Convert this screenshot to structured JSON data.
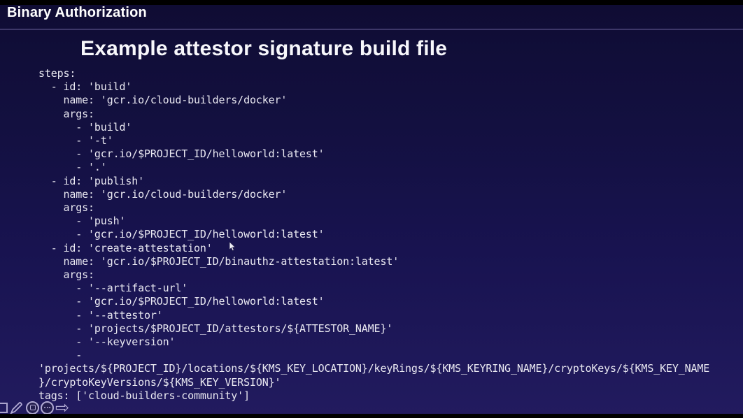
{
  "header": {
    "label": "Binary Authorization"
  },
  "slide": {
    "title": "Example attestor signature build file",
    "code_lines": [
      "steps:",
      "  - id: 'build'",
      "    name: 'gcr.io/cloud-builders/docker'",
      "    args:",
      "      - 'build'",
      "      - '-t'",
      "      - 'gcr.io/$PROJECT_ID/helloworld:latest'",
      "      - '.'",
      "  - id: 'publish'",
      "    name: 'gcr.io/cloud-builders/docker'",
      "    args:",
      "      - 'push'",
      "      - 'gcr.io/$PROJECT_ID/helloworld:latest'",
      "  - id: 'create-attestation'",
      "    name: 'gcr.io/$PROJECT_ID/binauthz-attestation:latest'",
      "    args:",
      "      - '--artifact-url'",
      "      - 'gcr.io/$PROJECT_ID/helloworld:latest'",
      "      - '--attestor'",
      "      - 'projects/$PROJECT_ID/attestors/${ATTESTOR_NAME}'",
      "      - '--keyversion'",
      "      -",
      "'projects/${PROJECT_ID}/locations/${KMS_KEY_LOCATION}/keyRings/${KMS_KEYRING_NAME}/cryptoKeys/${KMS_KEY_NAME",
      "}/cryptoKeyVersions/${KMS_KEY_VERSION}'",
      "tags: ['cloud-builders-community']"
    ]
  },
  "toolbar": {
    "icons": [
      {
        "name": "square-shape-icon"
      },
      {
        "name": "pencil-icon"
      },
      {
        "name": "rectangle-tool-circle-icon"
      },
      {
        "name": "more-options-circle-icon"
      },
      {
        "name": "next-arrow-icon"
      }
    ],
    "arrow_glyph": "⇨"
  },
  "colors": {
    "background_top": "#0f0c33",
    "background_bottom": "#221b5f",
    "code_text": "#e9e8f1",
    "title_text": "#f7f7fb",
    "divider": "#3d3768",
    "toolbar_icon": "#b2abd4",
    "letterbox": "#000000"
  }
}
